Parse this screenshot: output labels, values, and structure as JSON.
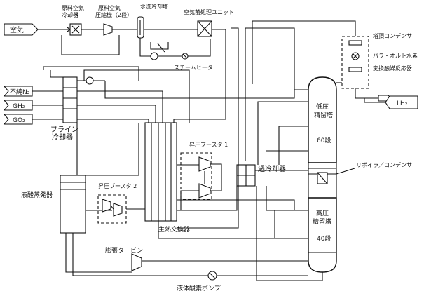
{
  "labels": {
    "air": "空気",
    "raw_air_cooler": [
      "原料空気",
      "冷却器"
    ],
    "raw_air_compressor": [
      "原料空気",
      "圧縮機（2段）"
    ],
    "water_wash_tower": "水洗冷却塔",
    "air_pretreat_unit": "空気前処理ユニット",
    "steam_heater": "スチームヒータ",
    "top_condenser": "塔頂コンデンサ",
    "para_ortho": [
      "パラ・オルト水素",
      "変換触媒反応器"
    ],
    "impure_n2": "不純N₂",
    "gh2": "GH₂",
    "go2": "GO₂",
    "lh2": "LH₂",
    "brine_cooler": [
      "ブライン",
      "冷却器"
    ],
    "vacuum_booster_1": "昇圧ブースタ 1",
    "vacuum_booster_2": "昇圧ブースタ 2",
    "subcooler": "過冷却器",
    "low_pressure_column": [
      "低圧",
      "精留塔",
      "60段"
    ],
    "reboiler_condenser": "リボイラ／コンデンサ",
    "liquid_oxygen_evaporator": "液酸蒸発器",
    "main_heat_exchanger": "主熱交換器",
    "high_pressure_column": [
      "高圧",
      "精留塔",
      "40段"
    ],
    "expansion_turbine": "膨張タービン",
    "liquid_oxygen_pump": "液体酸素ポンプ"
  }
}
